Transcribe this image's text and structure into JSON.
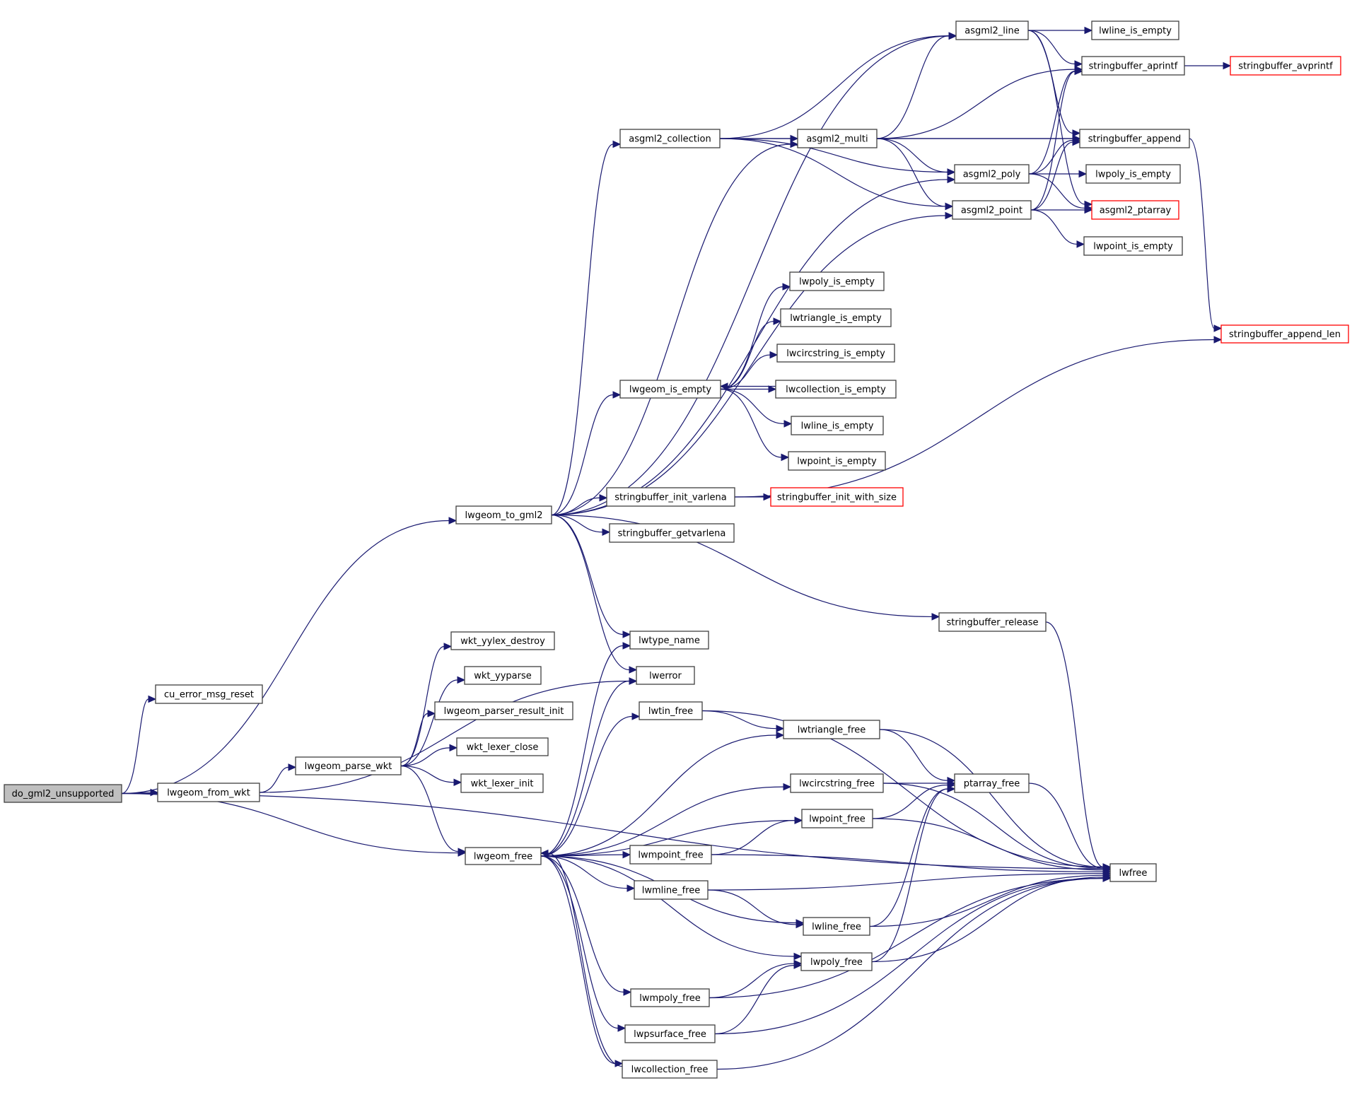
{
  "diagram": {
    "type": "call-graph",
    "colors": {
      "edge": "#191970",
      "node_border": "#404040",
      "node_border_truncated": "#ff0000",
      "node_fill": "#ffffff",
      "root_fill": "#bfbfbf"
    },
    "nodes": [
      {
        "id": "do_gml2_unsupported",
        "label": "do_gml2_unsupported",
        "root": true
      },
      {
        "id": "cu_error_msg_reset",
        "label": "cu_error_msg_reset"
      },
      {
        "id": "lwgeom_from_wkt",
        "label": "lwgeom_from_wkt"
      },
      {
        "id": "lwgeom_parse_wkt",
        "label": "lwgeom_parse_wkt"
      },
      {
        "id": "lwgeom_to_gml2",
        "label": "lwgeom_to_gml2"
      },
      {
        "id": "wkt_yylex_destroy",
        "label": "wkt_yylex_destroy"
      },
      {
        "id": "wkt_yyparse",
        "label": "wkt_yyparse"
      },
      {
        "id": "lwgeom_parser_result_init",
        "label": "lwgeom_parser_result_init"
      },
      {
        "id": "wkt_lexer_close",
        "label": "wkt_lexer_close"
      },
      {
        "id": "wkt_lexer_init",
        "label": "wkt_lexer_init"
      },
      {
        "id": "lwgeom_free",
        "label": "lwgeom_free"
      },
      {
        "id": "asgml2_collection",
        "label": "asgml2_collection"
      },
      {
        "id": "asgml2_multi",
        "label": "asgml2_multi"
      },
      {
        "id": "asgml2_line",
        "label": "asgml2_line"
      },
      {
        "id": "asgml2_poly",
        "label": "asgml2_poly"
      },
      {
        "id": "asgml2_point",
        "label": "asgml2_point"
      },
      {
        "id": "lwline_is_empty_a",
        "label": "lwline_is_empty"
      },
      {
        "id": "stringbuffer_aprintf",
        "label": "stringbuffer_aprintf"
      },
      {
        "id": "stringbuffer_avprintf",
        "label": "stringbuffer_avprintf",
        "truncated": true
      },
      {
        "id": "stringbuffer_append",
        "label": "stringbuffer_append"
      },
      {
        "id": "lwpoly_is_empty_a",
        "label": "lwpoly_is_empty"
      },
      {
        "id": "asgml2_ptarray",
        "label": "asgml2_ptarray",
        "truncated": true
      },
      {
        "id": "lwpoint_is_empty_a",
        "label": "lwpoint_is_empty"
      },
      {
        "id": "stringbuffer_append_len",
        "label": "stringbuffer_append_len",
        "truncated": true
      },
      {
        "id": "lwgeom_is_empty",
        "label": "lwgeom_is_empty"
      },
      {
        "id": "lwpoly_is_empty",
        "label": "lwpoly_is_empty"
      },
      {
        "id": "lwtriangle_is_empty",
        "label": "lwtriangle_is_empty"
      },
      {
        "id": "lwcircstring_is_empty",
        "label": "lwcircstring_is_empty"
      },
      {
        "id": "lwcollection_is_empty",
        "label": "lwcollection_is_empty"
      },
      {
        "id": "lwline_is_empty",
        "label": "lwline_is_empty"
      },
      {
        "id": "lwpoint_is_empty",
        "label": "lwpoint_is_empty"
      },
      {
        "id": "stringbuffer_init_varlena",
        "label": "stringbuffer_init_varlena"
      },
      {
        "id": "stringbuffer_init_with_size",
        "label": "stringbuffer_init_with_size",
        "truncated": true
      },
      {
        "id": "stringbuffer_getvarlena",
        "label": "stringbuffer_getvarlena"
      },
      {
        "id": "stringbuffer_release",
        "label": "stringbuffer_release"
      },
      {
        "id": "lwtype_name",
        "label": "lwtype_name"
      },
      {
        "id": "lwerror",
        "label": "lwerror"
      },
      {
        "id": "lwtin_free",
        "label": "lwtin_free"
      },
      {
        "id": "lwtriangle_free",
        "label": "lwtriangle_free"
      },
      {
        "id": "lwcircstring_free",
        "label": "lwcircstring_free"
      },
      {
        "id": "ptarray_free",
        "label": "ptarray_free"
      },
      {
        "id": "lwpoint_free",
        "label": "lwpoint_free"
      },
      {
        "id": "lwmpoint_free",
        "label": "lwmpoint_free"
      },
      {
        "id": "lwfree",
        "label": "lwfree"
      },
      {
        "id": "lwmline_free",
        "label": "lwmline_free"
      },
      {
        "id": "lwline_free",
        "label": "lwline_free"
      },
      {
        "id": "lwpoly_free",
        "label": "lwpoly_free"
      },
      {
        "id": "lwmpoly_free",
        "label": "lwmpoly_free"
      },
      {
        "id": "lwpsurface_free",
        "label": "lwpsurface_free"
      },
      {
        "id": "lwcollection_free",
        "label": "lwcollection_free"
      }
    ],
    "edges": [
      [
        "do_gml2_unsupported",
        "cu_error_msg_reset"
      ],
      [
        "do_gml2_unsupported",
        "lwgeom_to_gml2"
      ],
      [
        "do_gml2_unsupported",
        "lwgeom_from_wkt"
      ],
      [
        "do_gml2_unsupported",
        "lwgeom_free"
      ],
      [
        "do_gml2_unsupported",
        "lwfree"
      ],
      [
        "lwgeom_from_wkt",
        "lwgeom_parse_wkt"
      ],
      [
        "lwgeom_from_wkt",
        "lwerror"
      ],
      [
        "lwgeom_parse_wkt",
        "wkt_yylex_destroy"
      ],
      [
        "lwgeom_parse_wkt",
        "wkt_yyparse"
      ],
      [
        "lwgeom_parse_wkt",
        "lwgeom_parser_result_init"
      ],
      [
        "lwgeom_parse_wkt",
        "wkt_lexer_close"
      ],
      [
        "lwgeom_parse_wkt",
        "wkt_lexer_init"
      ],
      [
        "lwgeom_parse_wkt",
        "lwgeom_free"
      ],
      [
        "lwgeom_to_gml2",
        "asgml2_line"
      ],
      [
        "lwgeom_to_gml2",
        "asgml2_collection"
      ],
      [
        "lwgeom_to_gml2",
        "asgml2_multi"
      ],
      [
        "lwgeom_to_gml2",
        "asgml2_poly"
      ],
      [
        "lwgeom_to_gml2",
        "asgml2_point"
      ],
      [
        "lwgeom_to_gml2",
        "lwgeom_is_empty"
      ],
      [
        "lwgeom_to_gml2",
        "stringbuffer_init_varlena"
      ],
      [
        "lwgeom_to_gml2",
        "stringbuffer_getvarlena"
      ],
      [
        "lwgeom_to_gml2",
        "stringbuffer_release"
      ],
      [
        "lwgeom_to_gml2",
        "lwtype_name"
      ],
      [
        "lwgeom_to_gml2",
        "lwerror"
      ],
      [
        "asgml2_collection",
        "asgml2_line"
      ],
      [
        "asgml2_collection",
        "asgml2_multi"
      ],
      [
        "asgml2_collection",
        "asgml2_poly"
      ],
      [
        "asgml2_collection",
        "asgml2_point"
      ],
      [
        "asgml2_collection",
        "stringbuffer_append"
      ],
      [
        "asgml2_multi",
        "asgml2_line"
      ],
      [
        "asgml2_multi",
        "asgml2_poly"
      ],
      [
        "asgml2_multi",
        "asgml2_point"
      ],
      [
        "asgml2_multi",
        "stringbuffer_aprintf"
      ],
      [
        "asgml2_multi",
        "stringbuffer_append"
      ],
      [
        "asgml2_line",
        "lwline_is_empty_a"
      ],
      [
        "asgml2_line",
        "stringbuffer_aprintf"
      ],
      [
        "asgml2_line",
        "stringbuffer_append"
      ],
      [
        "asgml2_line",
        "asgml2_ptarray"
      ],
      [
        "asgml2_poly",
        "stringbuffer_aprintf"
      ],
      [
        "asgml2_poly",
        "stringbuffer_append"
      ],
      [
        "asgml2_poly",
        "lwpoly_is_empty_a"
      ],
      [
        "asgml2_poly",
        "asgml2_ptarray"
      ],
      [
        "asgml2_point",
        "stringbuffer_aprintf"
      ],
      [
        "asgml2_point",
        "stringbuffer_append"
      ],
      [
        "asgml2_point",
        "asgml2_ptarray"
      ],
      [
        "asgml2_point",
        "lwpoint_is_empty_a"
      ],
      [
        "stringbuffer_aprintf",
        "stringbuffer_avprintf"
      ],
      [
        "stringbuffer_append",
        "stringbuffer_append_len"
      ],
      [
        "lwgeom_is_empty",
        "lwpoly_is_empty"
      ],
      [
        "lwgeom_is_empty",
        "lwtriangle_is_empty"
      ],
      [
        "lwgeom_is_empty",
        "lwcircstring_is_empty"
      ],
      [
        "lwgeom_is_empty",
        "lwcollection_is_empty"
      ],
      [
        "lwcollection_is_empty",
        "lwgeom_is_empty"
      ],
      [
        "lwgeom_is_empty",
        "lwline_is_empty"
      ],
      [
        "lwgeom_is_empty",
        "lwpoint_is_empty"
      ],
      [
        "stringbuffer_init_varlena",
        "stringbuffer_init_with_size"
      ],
      [
        "stringbuffer_init_varlena",
        "stringbuffer_append_len"
      ],
      [
        "stringbuffer_release",
        "lwfree"
      ],
      [
        "lwgeom_free",
        "lwtype_name"
      ],
      [
        "lwgeom_free",
        "lwerror"
      ],
      [
        "lwgeom_free",
        "lwtin_free"
      ],
      [
        "lwgeom_free",
        "lwtriangle_free"
      ],
      [
        "lwgeom_free",
        "lwcircstring_free"
      ],
      [
        "lwgeom_free",
        "lwpoint_free"
      ],
      [
        "lwgeom_free",
        "lwmpoint_free"
      ],
      [
        "lwgeom_free",
        "lwmline_free"
      ],
      [
        "lwgeom_free",
        "lwline_free"
      ],
      [
        "lwgeom_free",
        "lwpoly_free"
      ],
      [
        "lwgeom_free",
        "lwmpoly_free"
      ],
      [
        "lwgeom_free",
        "lwpsurface_free"
      ],
      [
        "lwgeom_free",
        "lwcollection_free"
      ],
      [
        "lwcollection_free",
        "lwgeom_free"
      ],
      [
        "lwtin_free",
        "lwtriangle_free"
      ],
      [
        "lwtin_free",
        "lwfree"
      ],
      [
        "lwtriangle_free",
        "ptarray_free"
      ],
      [
        "lwtriangle_free",
        "lwfree"
      ],
      [
        "lwcircstring_free",
        "ptarray_free"
      ],
      [
        "lwcircstring_free",
        "lwfree"
      ],
      [
        "lwpoint_free",
        "ptarray_free"
      ],
      [
        "lwpoint_free",
        "lwfree"
      ],
      [
        "lwmpoint_free",
        "lwpoint_free"
      ],
      [
        "lwmpoint_free",
        "lwfree"
      ],
      [
        "lwmline_free",
        "lwline_free"
      ],
      [
        "lwmline_free",
        "lwfree"
      ],
      [
        "lwline_free",
        "ptarray_free"
      ],
      [
        "lwline_free",
        "lwfree"
      ],
      [
        "lwpoly_free",
        "ptarray_free"
      ],
      [
        "lwpoly_free",
        "lwfree"
      ],
      [
        "lwmpoly_free",
        "lwpoly_free"
      ],
      [
        "lwmpoly_free",
        "lwfree"
      ],
      [
        "lwpsurface_free",
        "lwpoly_free"
      ],
      [
        "lwpsurface_free",
        "lwfree"
      ],
      [
        "lwcollection_free",
        "lwfree"
      ],
      [
        "ptarray_free",
        "lwfree"
      ]
    ]
  }
}
